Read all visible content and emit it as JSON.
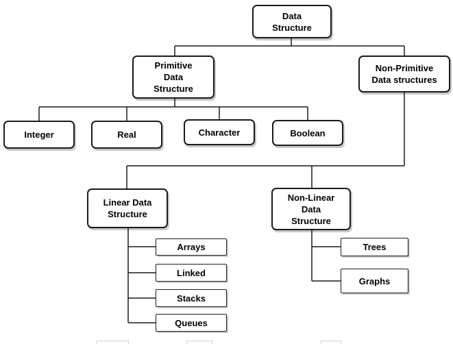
{
  "nodes": {
    "root": "Data\nStructure",
    "primitive": "Primitive\nData\nStructure",
    "non_primitive": "Non-Primitive\nData structures",
    "integer": "Integer",
    "real": "Real",
    "character": "Character",
    "boolean": "Boolean",
    "linear": "Linear Data\nStructure",
    "non_linear": "Non-Linear\nData\nStructure",
    "arrays": "Arrays",
    "linked": "Linked",
    "stacks": "Stacks",
    "queues": "Queues",
    "trees": "Trees",
    "graphs": "Graphs"
  },
  "colors": {
    "line": "#1a1a1a",
    "box_border": "#1a1a1a",
    "background": "#ffffff"
  }
}
